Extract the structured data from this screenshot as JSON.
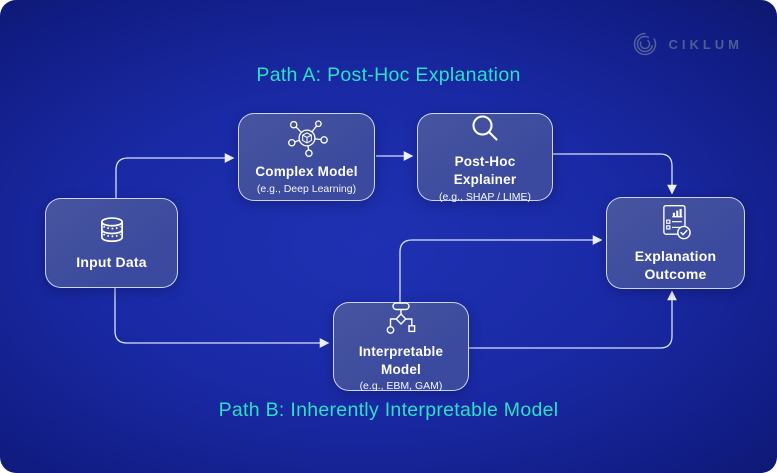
{
  "header": {
    "logo_text": "CIKLUM",
    "logo_icon": "ciklum-arcs-icon"
  },
  "titles": {
    "path_a": "Path A: Post-Hoc Explanation",
    "path_b": "Path B: Inherently Interpretable Model"
  },
  "nodes": {
    "input_data": {
      "label": "Input Data",
      "icon": "database-icon"
    },
    "complex_model": {
      "label": "Complex Model",
      "sublabel": "(e.g., Deep Learning)",
      "icon": "neural-network-icon"
    },
    "posthoc_explainer": {
      "label": "Post-Hoc Explainer",
      "sublabel": "(e.g., SHAP / LIME)",
      "icon": "magnifier-icon"
    },
    "explanation_outcome": {
      "label": "Explanation Outcome",
      "icon": "report-check-icon"
    },
    "interpretable_model": {
      "label": "Interpretable Model",
      "sublabel": "(e.g., EBM, GAM)",
      "icon": "decision-tree-icon"
    }
  },
  "edges": [
    {
      "from": "input_data",
      "to": "complex_model"
    },
    {
      "from": "complex_model",
      "to": "posthoc_explainer"
    },
    {
      "from": "posthoc_explainer",
      "to": "explanation_outcome"
    },
    {
      "from": "input_data",
      "to": "interpretable_model"
    },
    {
      "from": "interpretable_model",
      "to": "explanation_outcome"
    },
    {
      "from": "interpretable_model",
      "to": "explanation_outcome"
    }
  ],
  "colors": {
    "background_center": "#1f31b2",
    "background_edge": "#050b38",
    "accent_teal": "#2ce0c4",
    "node_fill": "#3f4e9f",
    "node_border": "#e4ecff",
    "connector": "#d9e0f8",
    "logo_muted": "#4f5d95",
    "text": "#ffffff"
  }
}
